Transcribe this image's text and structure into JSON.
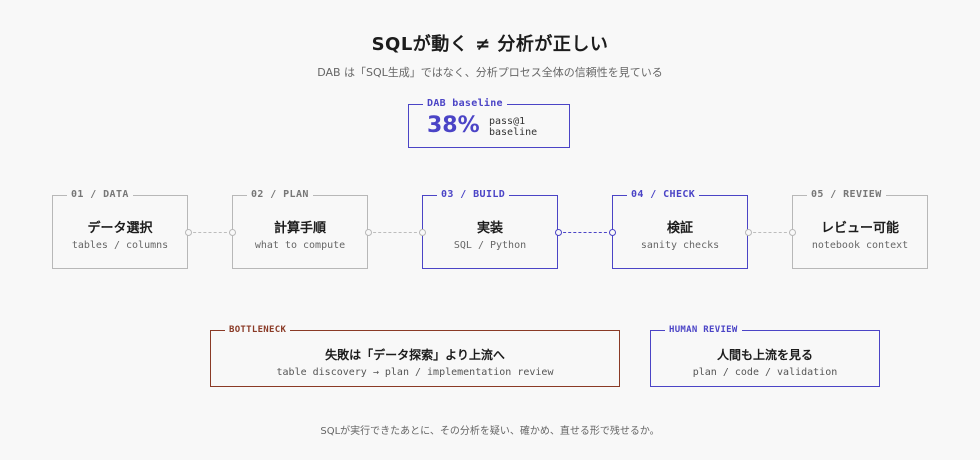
{
  "header": {
    "title": "SQLが動く ≠ 分析が正しい",
    "subtitle": "DAB は「SQL生成」ではなく、分析プロセス全体の信頼性を見ている"
  },
  "baseline": {
    "tag": "DAB baseline",
    "value": "38%",
    "note_line1": "pass@1",
    "note_line2": "baseline"
  },
  "stages": [
    {
      "tag": "01 / DATA",
      "title": "データ選択",
      "sub": "tables / columns",
      "active": false
    },
    {
      "tag": "02 / PLAN",
      "title": "計算手順",
      "sub": "what to compute",
      "active": false
    },
    {
      "tag": "03 / BUILD",
      "title": "実装",
      "sub": "SQL / Python",
      "active": true
    },
    {
      "tag": "04 / CHECK",
      "title": "検証",
      "sub": "sanity checks",
      "active": true
    },
    {
      "tag": "05 / REVIEW",
      "title": "レビュー可能",
      "sub": "notebook context",
      "active": false
    }
  ],
  "bottleneck": {
    "tag": "BOTTLENECK",
    "title": "失敗は「データ探索」より上流へ",
    "sub": "table discovery → plan / implementation review"
  },
  "human_review": {
    "tag": "HUMAN REVIEW",
    "title": "人間も上流を見る",
    "sub": "plan / code / validation"
  },
  "footer": "SQLが実行できたあとに、その分析を疑い、確かめ、直せる形で残せるか。",
  "colors": {
    "accent": "#4b44c6",
    "bottleneck": "#8a3a26",
    "neutral_border": "#b8b8b8"
  }
}
